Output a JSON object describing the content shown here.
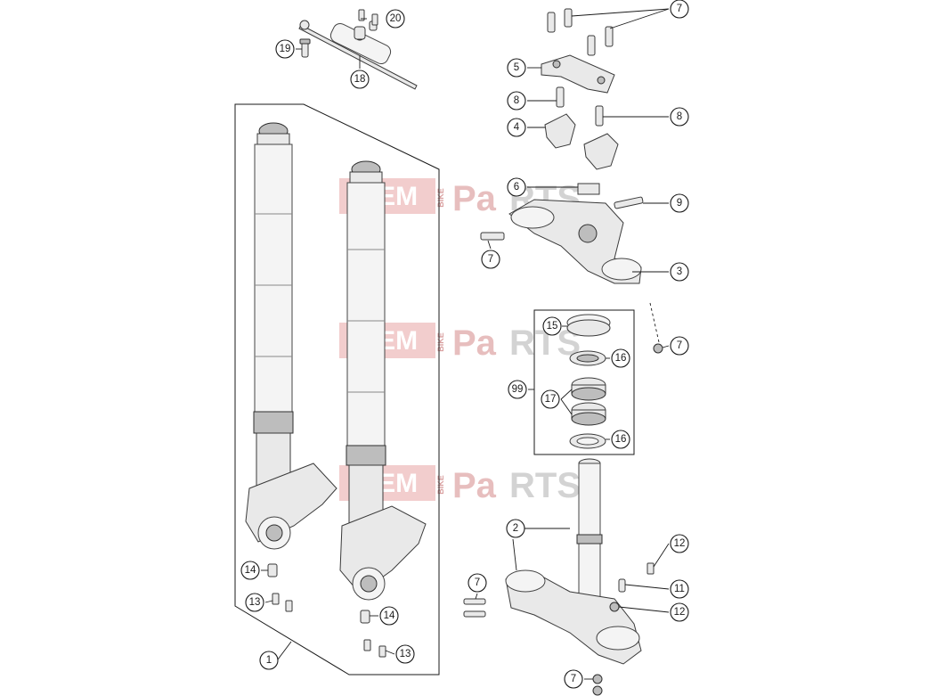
{
  "watermark": {
    "oem": "OEM",
    "bike": "BIKE",
    "parts_pa": "Pa",
    "parts_rts": "RTS",
    "color": "#d9534f"
  },
  "callouts": {
    "c1": "1",
    "c2": "2",
    "c3": "3",
    "c4": "4",
    "c5": "5",
    "c6": "6",
    "c7a": "7",
    "c7b": "7",
    "c7c": "7",
    "c7d": "7",
    "c7e": "7",
    "c8a": "8",
    "c8b": "8",
    "c9": "9",
    "c11": "11",
    "c12a": "12",
    "c12b": "12",
    "c13a": "13",
    "c13b": "13",
    "c14a": "14",
    "c14b": "14",
    "c15": "15",
    "c16a": "16",
    "c16b": "16",
    "c17": "17",
    "c18": "18",
    "c19": "19",
    "c20": "20",
    "c99": "99"
  }
}
